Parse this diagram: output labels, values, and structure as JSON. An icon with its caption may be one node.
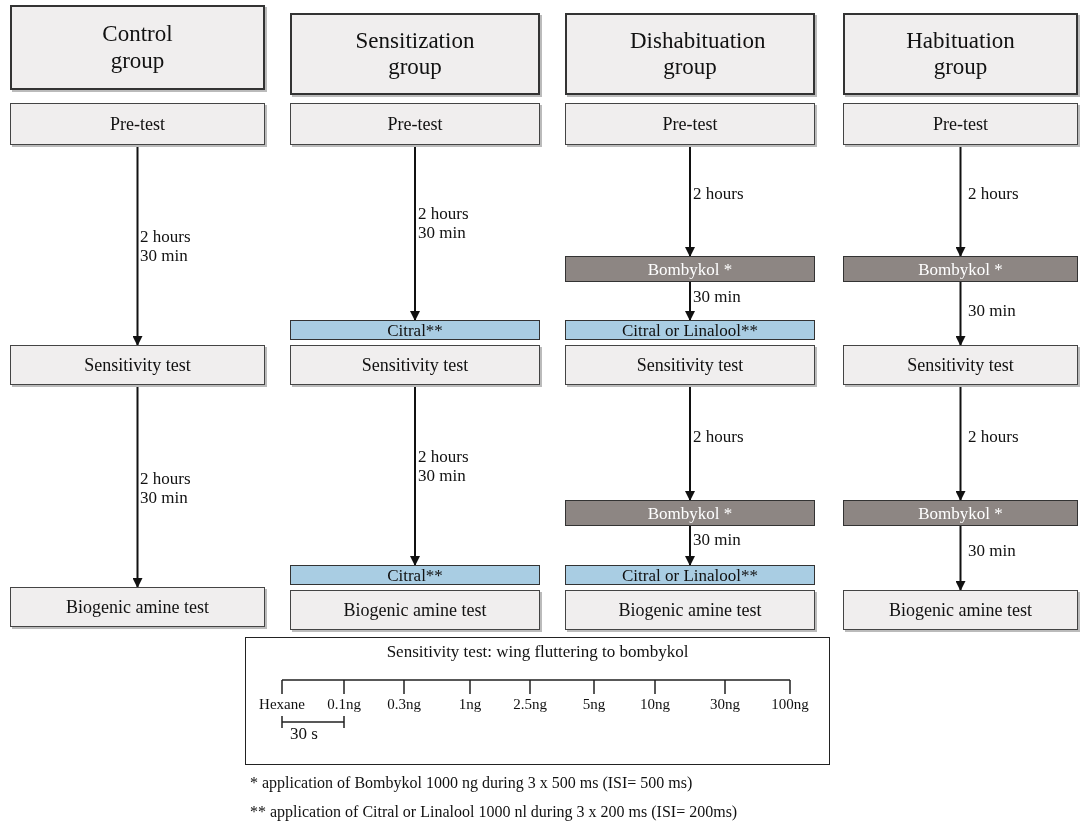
{
  "diagram": {
    "nodes": [
      {
        "text": [
          "Control group"
        ]
      },
      {
        "text": [
          "Pre-test"
        ]
      },
      {
        "text": [
          "Sensitivity test"
        ]
      },
      {
        "text": [
          "Biogenic amine test"
        ]
      },
      {
        "text": [
          "Sensitization group"
        ]
      },
      {
        "text": [
          "Pre-test"
        ]
      },
      {
        "text": [
          "Citral**"
        ]
      },
      {
        "text": [
          "Sensitivity test"
        ]
      },
      {
        "text": [
          "Citral**"
        ]
      },
      {
        "text": [
          "Biogenic amine test"
        ]
      },
      {
        "text": [
          "Dishabituation group"
        ]
      },
      {
        "text": [
          "Pre-test"
        ]
      },
      {
        "text": [
          "Bombykol *"
        ]
      },
      {
        "text": [
          "Citral or Linalool**"
        ]
      },
      {
        "text": [
          "Sensitivity test"
        ]
      },
      {
        "text": [
          "Bombykol *"
        ]
      },
      {
        "text": [
          "Citral or Linalool**"
        ]
      },
      {
        "text": [
          "Biogenic amine test"
        ]
      },
      {
        "text": [
          "Habituation group"
        ]
      },
      {
        "text": [
          "Pre-test"
        ]
      },
      {
        "text": [
          "Bombykol *"
        ]
      },
      {
        "text": [
          "Sensitivity test"
        ]
      },
      {
        "text": [
          "Bombykol *"
        ]
      },
      {
        "text": [
          "Biogenic amine test"
        ]
      },
      {
        "text": [
          "Sensitivity test: wing fluttering to bombykol"
        ]
      }
    ],
    "edges": [
      {
        "from": 1,
        "to": 2,
        "arrow": "to",
        "label": "2 hours 30 min"
      },
      {
        "from": 2,
        "to": 3,
        "arrow": "to",
        "label": "2 hours 30 min"
      },
      {
        "from": 5,
        "to": 6,
        "arrow": "to",
        "label": "2 hours 30 min"
      },
      {
        "from": 7,
        "to": 8,
        "arrow": "to",
        "label": "2 hours 30 min"
      },
      {
        "from": 11,
        "to": 12,
        "arrow": "to",
        "label": "2 hours"
      },
      {
        "from": 12,
        "to": 13,
        "arrow": "to",
        "label": "30 min"
      },
      {
        "from": 14,
        "to": 15,
        "arrow": "to",
        "label": "2 hours"
      },
      {
        "from": 15,
        "to": 16,
        "arrow": "to",
        "label": "30 min"
      },
      {
        "from": 19,
        "to": 20,
        "arrow": "to",
        "label": "2 hours"
      },
      {
        "from": 20,
        "to": 21,
        "arrow": "to",
        "label": "30 min"
      },
      {
        "from": 21,
        "to": 22,
        "arrow": "to",
        "label": "2 hours"
      },
      {
        "from": 22,
        "to": 23,
        "arrow": "to",
        "label": "30 min"
      }
    ],
    "labels": [
      "Hexane",
      "0.1ng",
      "0.3ng",
      "1ng",
      "2.5ng",
      "5ng",
      "10ng",
      "30ng",
      "100ng",
      "30 s",
      "* application of Bombykol 1000 ng during 3 x 500 ms (ISI= 500 ms)",
      "** application of Citral or Linalool 1000 nl during 3 x 200 ms (ISI= 200ms)"
    ]
  }
}
